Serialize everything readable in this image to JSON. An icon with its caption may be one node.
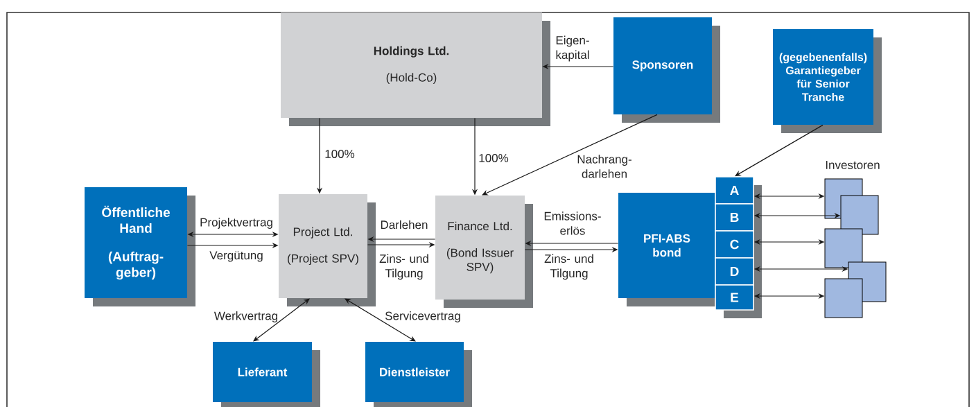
{
  "diagram": {
    "nodes": [
      {
        "text": [
          "Holdings Ltd.",
          "(Hold-Co)"
        ]
      },
      {
        "text": [
          "Sponsoren"
        ]
      },
      {
        "text": [
          "(gegebenenfalls) Garantiegeber für Senior Tranche"
        ]
      },
      {
        "text": [
          "Öffentliche Hand",
          "(Auftrag- geber)"
        ]
      },
      {
        "text": [
          "Project Ltd.",
          "(Project SPV)"
        ]
      },
      {
        "text": [
          "Finance Ltd.",
          "(Bond Issuer SPV)"
        ]
      },
      {
        "text": [
          "PFI-ABS bond"
        ]
      },
      {
        "text": [
          "A"
        ]
      },
      {
        "text": [
          "B"
        ]
      },
      {
        "text": [
          "C"
        ]
      },
      {
        "text": [
          "D"
        ]
      },
      {
        "text": [
          "E"
        ]
      },
      {
        "text": [],
        "shape": "box"
      },
      {
        "text": [],
        "shape": "box"
      },
      {
        "text": [],
        "shape": "box"
      },
      {
        "text": [],
        "shape": "box"
      },
      {
        "text": [],
        "shape": "box"
      },
      {
        "text": [
          "Lieferant"
        ]
      },
      {
        "text": [
          "Dienstleister"
        ]
      }
    ],
    "edges": [
      {
        "from": 1,
        "to": 0,
        "arrow": "to",
        "label": "Eigen- kapital"
      },
      {
        "from": 0,
        "to": 4,
        "arrow": "to",
        "label": "100%"
      },
      {
        "from": 0,
        "to": 5,
        "arrow": "to",
        "label": "100%"
      },
      {
        "from": 1,
        "to": 5,
        "arrow": "to",
        "label": "Nachrang- darlehen"
      },
      {
        "from": 2,
        "to": 7,
        "arrow": "to"
      },
      {
        "from": 3,
        "to": 4,
        "arrow": "both",
        "label": "Projektvertrag"
      },
      {
        "from": 3,
        "to": 4,
        "arrow": "to",
        "label": "Vergütung"
      },
      {
        "from": 5,
        "to": 4,
        "arrow": "to",
        "label": "Darlehen"
      },
      {
        "from": 4,
        "to": 5,
        "arrow": "to",
        "label": "Zins- und Tilgung"
      },
      {
        "from": 6,
        "to": 5,
        "arrow": "to",
        "label": "Emissions- erlös"
      },
      {
        "from": 5,
        "to": 6,
        "arrow": "to",
        "label": "Zins- und Tilgung"
      },
      {
        "from": 7,
        "to": 12,
        "arrow": "both"
      },
      {
        "from": 8,
        "to": 13,
        "arrow": "both"
      },
      {
        "from": 9,
        "to": 14,
        "arrow": "both"
      },
      {
        "from": 10,
        "to": 15,
        "arrow": "both"
      },
      {
        "from": 11,
        "to": 16,
        "arrow": "both"
      },
      {
        "from": 4,
        "to": 17,
        "arrow": "both",
        "label": "Werkvertrag"
      },
      {
        "from": 4,
        "to": 18,
        "arrow": "both",
        "label": "Servicevertrag"
      }
    ],
    "labels": [
      "Investoren"
    ]
  }
}
